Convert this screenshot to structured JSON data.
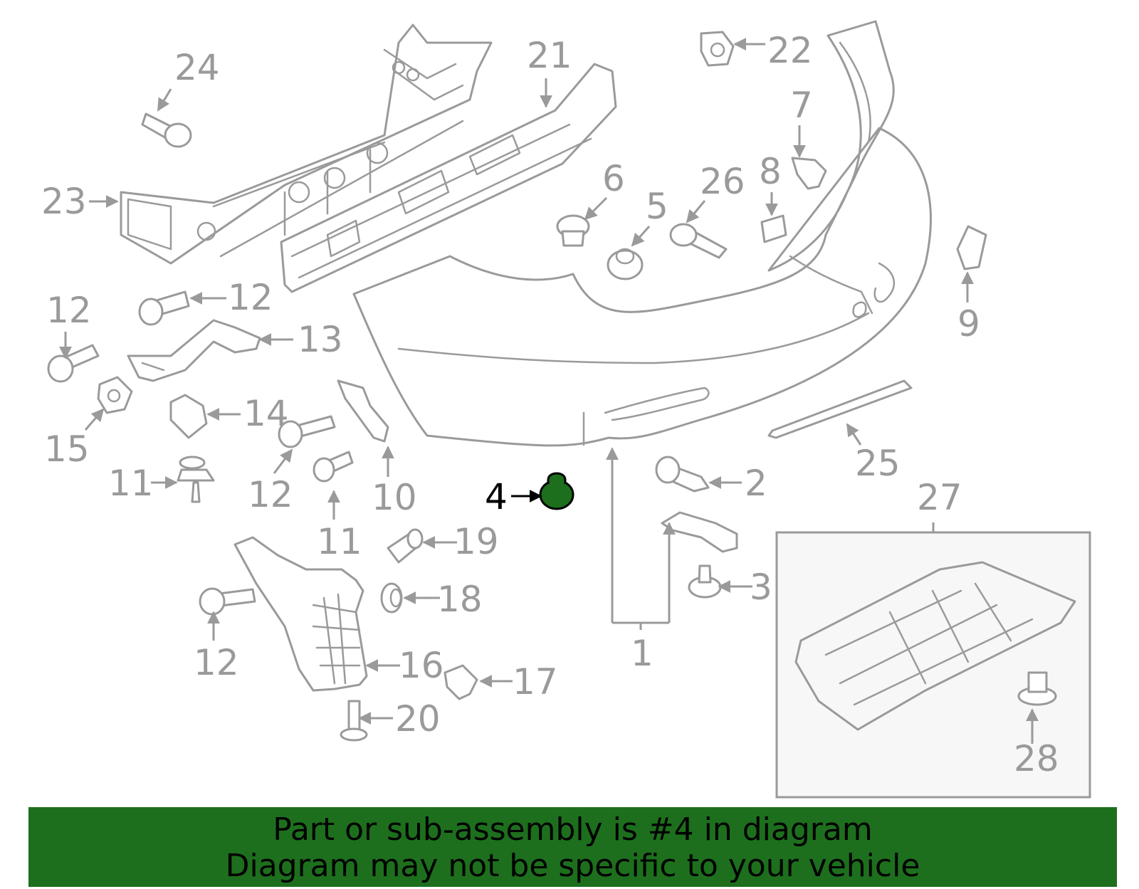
{
  "banner": {
    "line1": "Part or sub-assembly is #4 in diagram",
    "line2": "Diagram may not be specific to your vehicle"
  },
  "highlight": {
    "part_number": "4",
    "color": "#1d6f1d"
  },
  "colors": {
    "line": "#9a9a9a",
    "banner_bg": "#1d6f1d",
    "inset_bg": "#f7f7f7"
  },
  "callouts": {
    "n1": "1",
    "n2": "2",
    "n3": "3",
    "n4": "4",
    "n5": "5",
    "n6": "6",
    "n7": "7",
    "n8": "8",
    "n9": "9",
    "n10": "10",
    "n11a": "11",
    "n11b": "11",
    "n12a": "12",
    "n12b": "12",
    "n12c": "12",
    "n12d": "12",
    "n13": "13",
    "n14": "14",
    "n15": "15",
    "n16": "16",
    "n17": "17",
    "n18": "18",
    "n19": "19",
    "n20": "20",
    "n21": "21",
    "n22": "22",
    "n23": "23",
    "n24": "24",
    "n25": "25",
    "n26": "26",
    "n27": "27",
    "n28": "28"
  }
}
